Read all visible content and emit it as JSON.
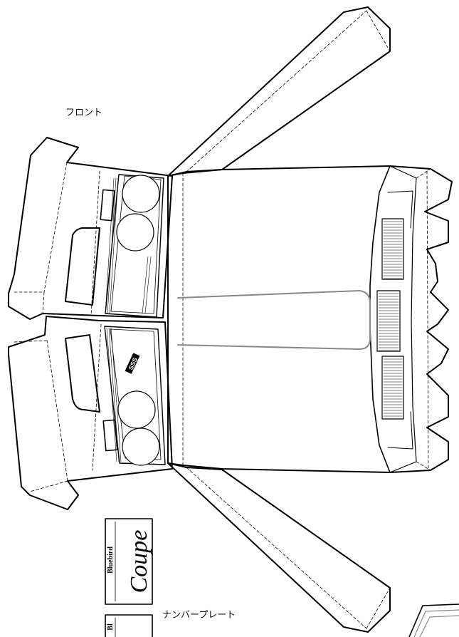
{
  "labels": {
    "front": "フロント",
    "number_plate": "ナンバープレート"
  },
  "plate": {
    "brand": "Bluebird",
    "model": "Coupe",
    "brand_partial": "Bl"
  },
  "colors": {
    "line": "#000000",
    "accent_gray": "#888888"
  }
}
